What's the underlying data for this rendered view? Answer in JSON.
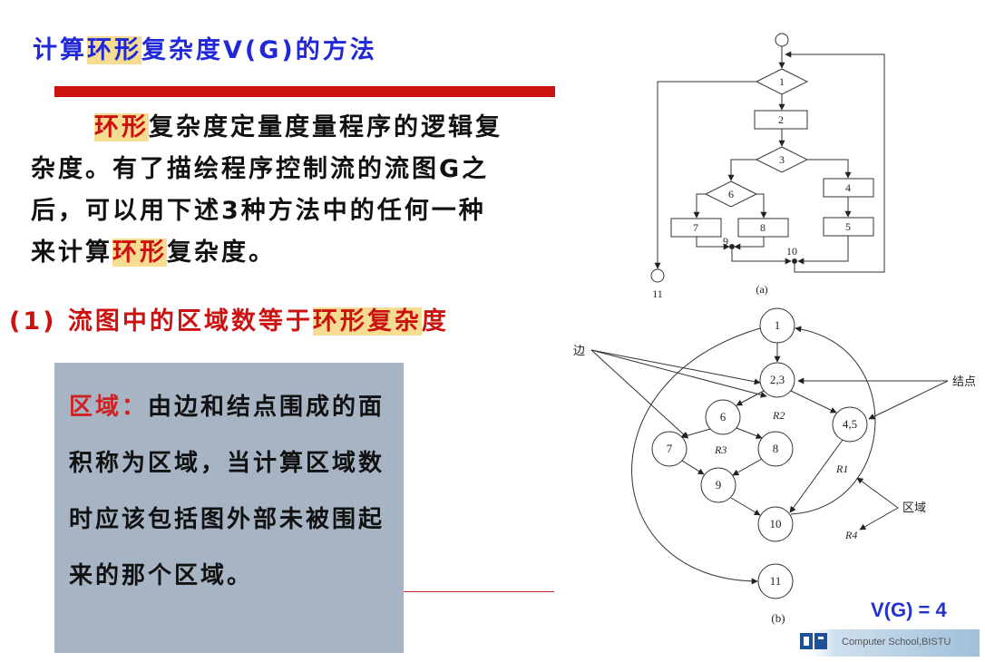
{
  "title": {
    "pre": "计算",
    "hl": "环形",
    "post": "复杂度V(G)的方法"
  },
  "intro": {
    "hl1": "环形",
    "t1": "复杂度定量度量程序的逻辑复杂度。有了描绘程序控制流的流图G之后，可以用下述3种方法中的任何一种来计算",
    "hl2": "环形",
    "t2": "复杂度。"
  },
  "method1": {
    "pre": "(1) 流图中的区域数等于",
    "hl": "环形复杂",
    "post": "度"
  },
  "region_box": {
    "term": "区域：",
    "text": "由边和结点围成的面积称为区域，当计算区域数时应该包括图外部未被围起来的那个区域。"
  },
  "figure_a": {
    "caption": "(a)",
    "nodes": [
      "1",
      "2",
      "3",
      "4",
      "5",
      "6",
      "7",
      "8",
      "9",
      "10",
      "11"
    ]
  },
  "figure_b": {
    "caption": "(b)",
    "nodes": [
      "1",
      "2,3",
      "6",
      "4,5",
      "7",
      "8",
      "9",
      "10",
      "11"
    ],
    "regions": [
      "R2",
      "R3",
      "R1",
      "R4"
    ],
    "labels": {
      "edge": "边",
      "node": "结点",
      "region": "区域"
    }
  },
  "result": "V(G) = 4",
  "logo": {
    "text": "Computer School,BISTU"
  }
}
